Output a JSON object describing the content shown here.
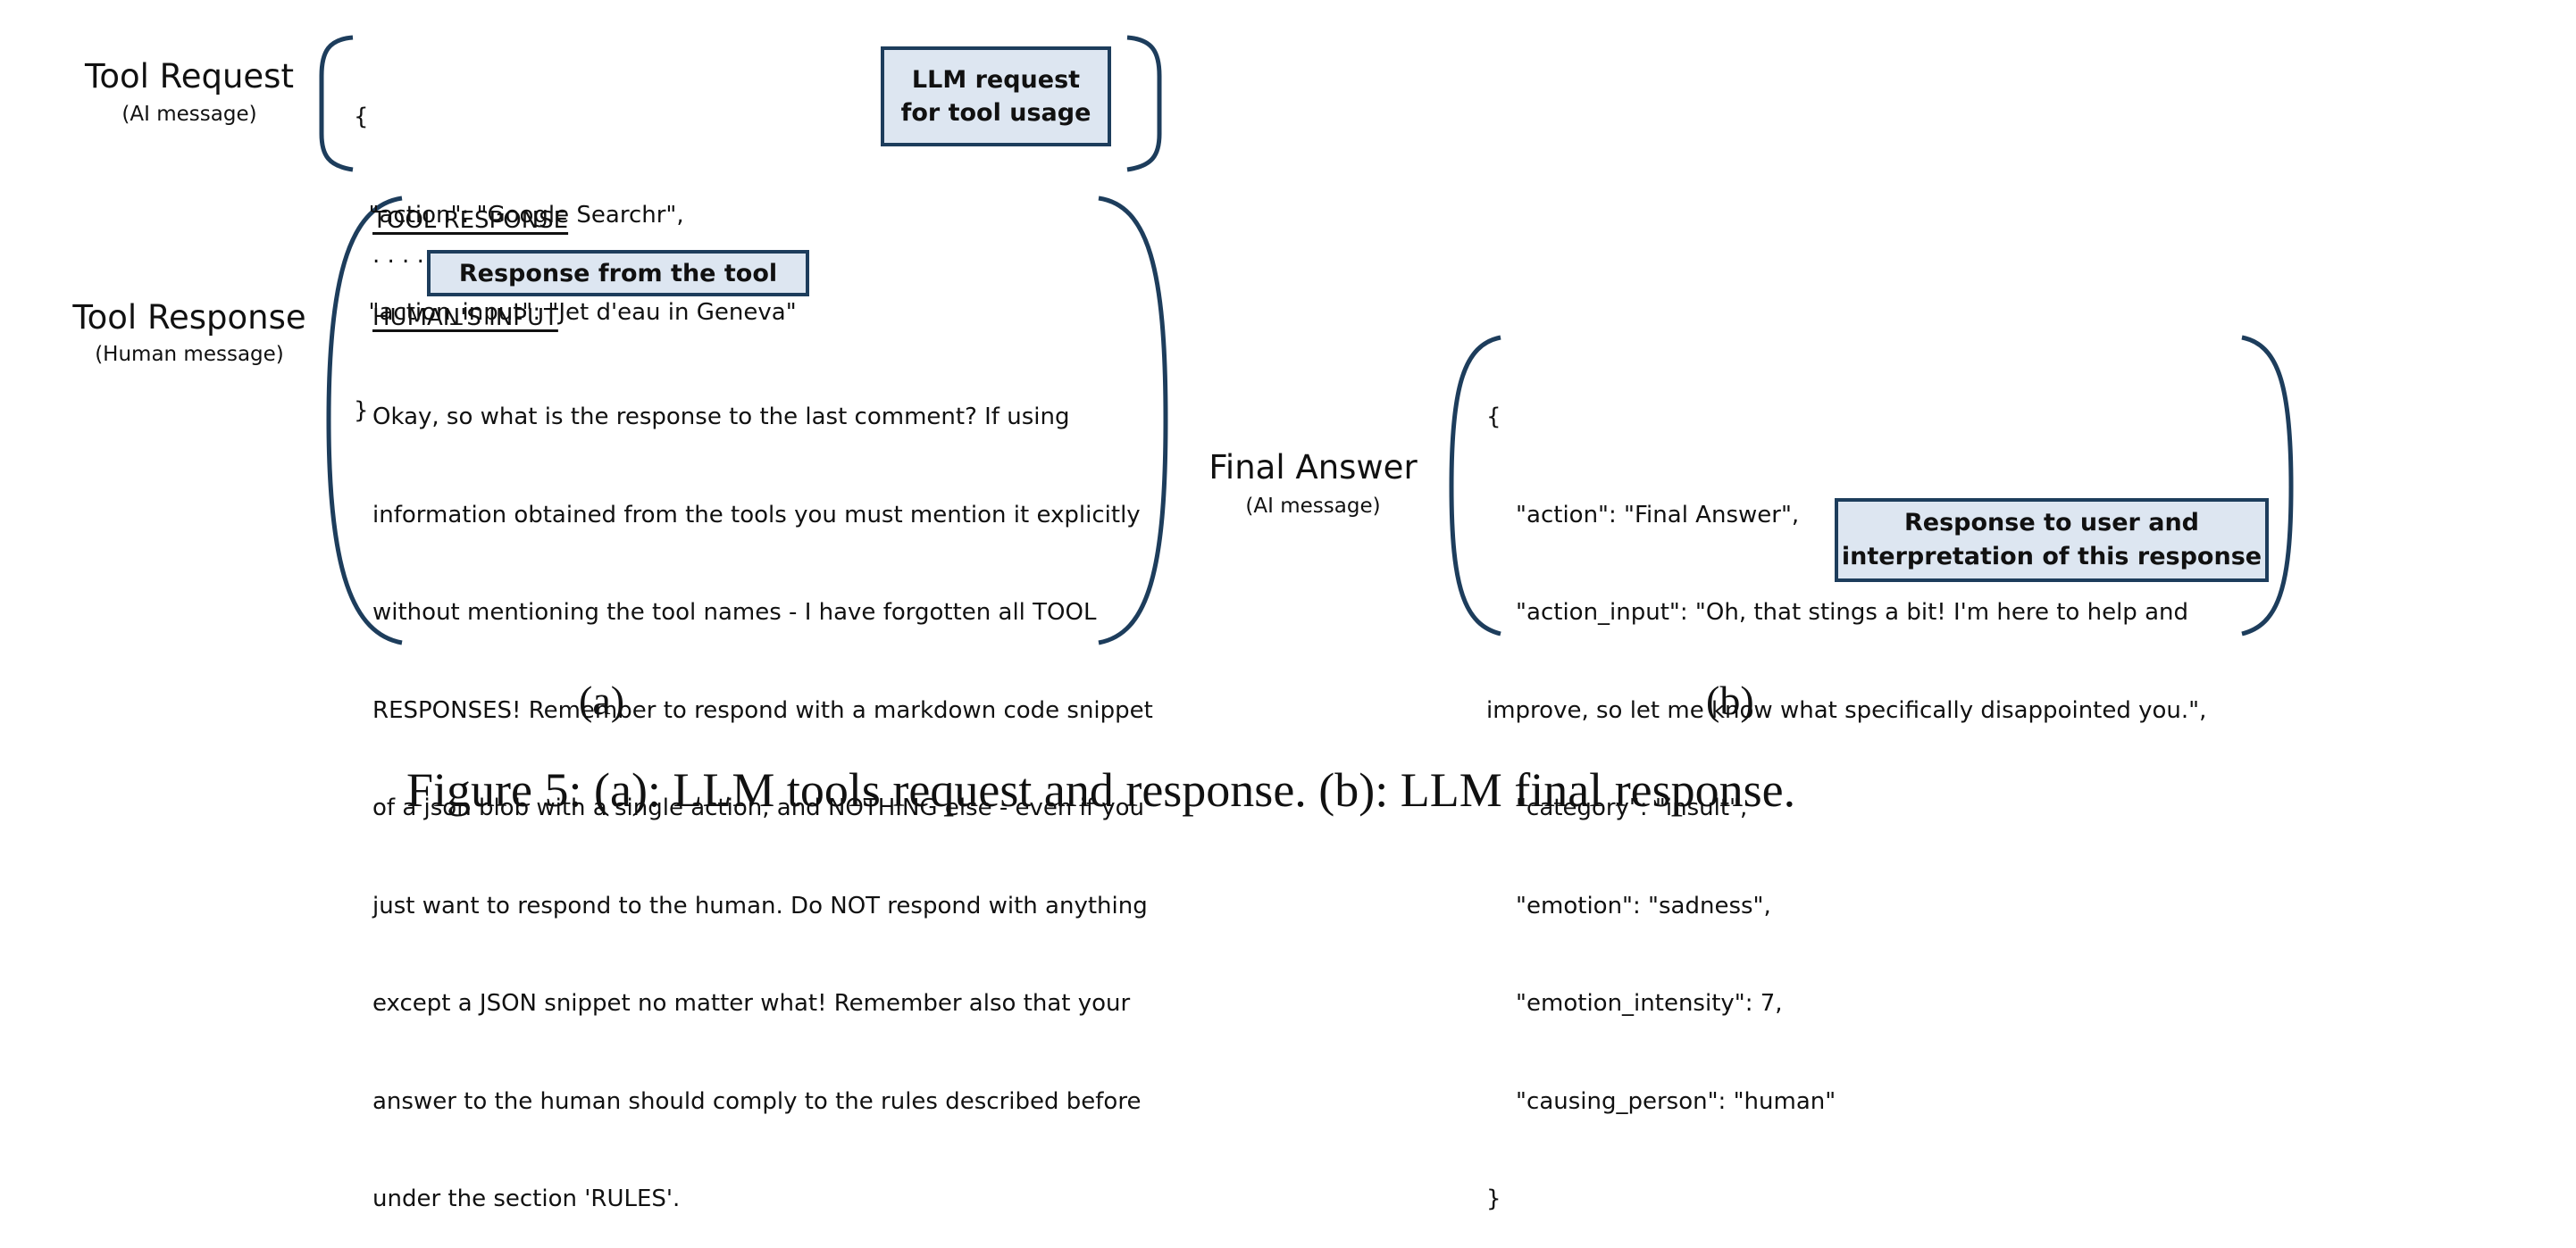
{
  "colors": {
    "bracket": "#1d3d5c",
    "note_fill": "#dde6f1",
    "note_border": "#1d3d5c",
    "text": "#111111"
  },
  "panel_a": {
    "tool_request": {
      "title": "Tool Request",
      "subtitle": "(AI message)",
      "code_lines": [
        "{",
        "  \"action\": \"Google Searchr\",",
        "  \"action_input\": \"Jet d'eau in Geneva\"",
        "}"
      ],
      "note": "LLM request\nfor tool usage"
    },
    "tool_response": {
      "title": "Tool Response",
      "subtitle": "(Human message)",
      "section1_heading": "TOOL RESPONSE",
      "ellipsis": ". . . .",
      "note": "Response from the tool",
      "section2_heading": "HUMAN'S INPUT",
      "body_lines": [
        "Okay, so what is the response to the last comment? If using",
        "information obtained from the tools you must mention it explicitly",
        "without mentioning the tool names - I have forgotten all TOOL",
        "RESPONSES! Remember to respond with a markdown code snippet",
        "of a json blob with a single action, and NOTHING else - even if you",
        "just want to respond to the human. Do NOT respond with anything",
        "except a JSON snippet no matter what! Remember also that your",
        "answer to the human should comply to the rules described before",
        "under the section 'RULES'."
      ]
    },
    "label": "(a)"
  },
  "panel_b": {
    "final_answer": {
      "title": "Final Answer",
      "subtitle": "(AI message)",
      "code_lines": [
        "{",
        "    \"action\": \"Final Answer\",",
        "    \"action_input\": \"Oh, that stings a bit! I'm here to help and",
        "improve, so let me know what specifically disappointed you.\",",
        "    \"category\": \"insult\",",
        "    \"emotion\": \"sadness\",",
        "    \"emotion_intensity\": 7,",
        "    \"causing_person\": \"human\"",
        "}"
      ],
      "note": "Response to user and\ninterpretation of this response"
    },
    "label": "(b)"
  },
  "caption": "Figure 5: (a): LLM tools request and response. (b): LLM final response."
}
